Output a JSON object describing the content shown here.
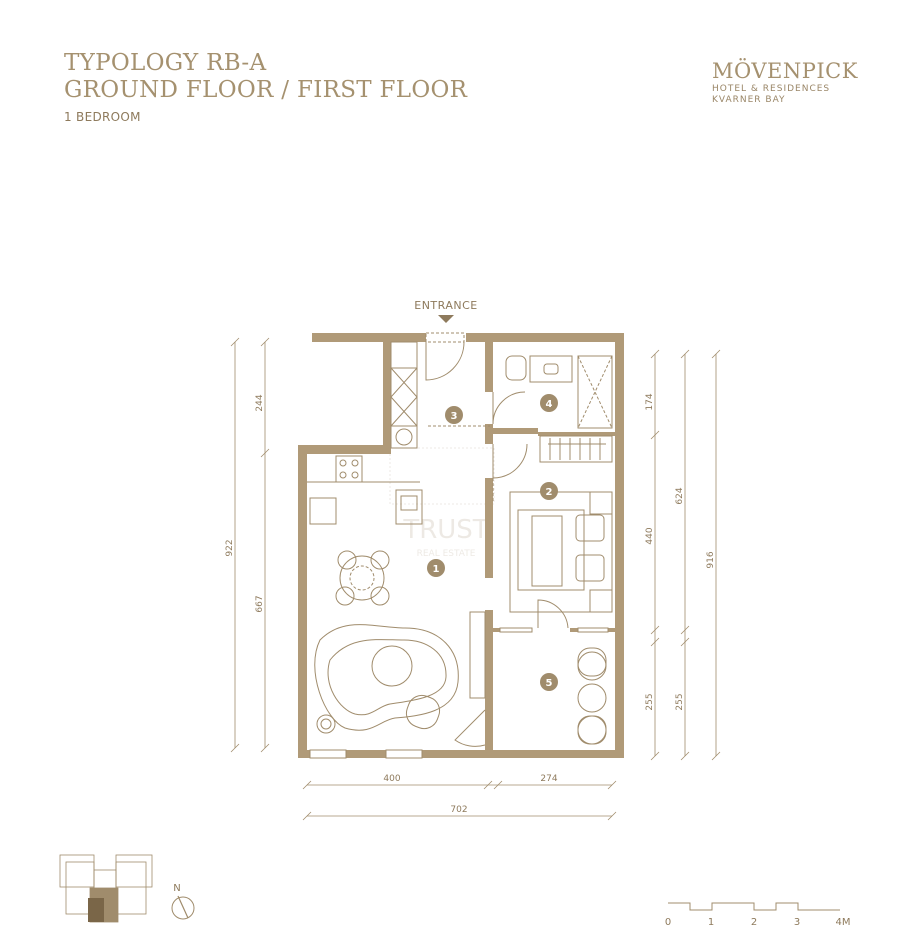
{
  "header": {
    "title_line1": "TYPOLOGY RB-A",
    "title_line2": "GROUND FLOOR / FIRST FLOOR",
    "subtitle": "1 BEDROOM"
  },
  "brand": {
    "logo": "MÖVENPICK",
    "line1": "HOTEL & RESIDENCES",
    "line2": "KVARNER BAY"
  },
  "plan": {
    "entrance_label": "ENTRANCE",
    "rooms": [
      "1",
      "2",
      "3",
      "4",
      "5"
    ],
    "watermark": "TRUST",
    "watermark_sub": "REAL ESTATE"
  },
  "dimensions": {
    "left_outer": "922",
    "left_upper": "244",
    "left_lower": "667",
    "right_4": "174",
    "right_2": "440",
    "right_5a": "255",
    "right_mid": "624",
    "right_5b": "255",
    "right_outer": "916",
    "bottom_left": "400",
    "bottom_right": "274",
    "bottom_total": "702"
  },
  "compass": {
    "label": "N"
  },
  "scale": {
    "labels": [
      "0",
      "1",
      "2",
      "3",
      "4M"
    ]
  },
  "colors": {
    "wall": "#b09a78",
    "line": "#a08c6c",
    "text": "#8e7a5c"
  }
}
